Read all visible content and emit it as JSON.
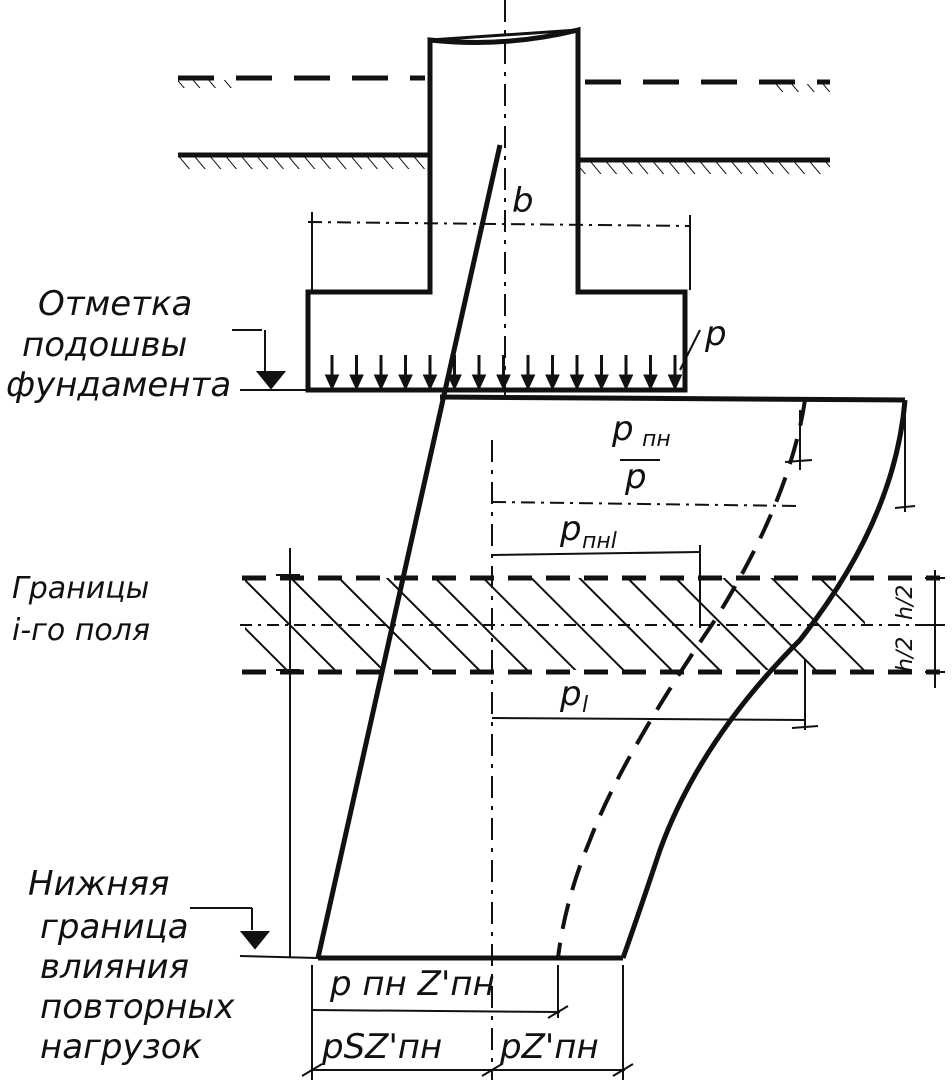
{
  "labels": {
    "b": "b",
    "p": "p",
    "otmetka_1": "Отметка",
    "otmetka_2": "подошвы",
    "otmetka_3": "фундамента",
    "p_pn": "p",
    "p_pn_sub": "пн",
    "p_bar": "p",
    "p_pnl": "p",
    "p_pnl_sub": "пнl",
    "p_l": "p",
    "p_l_sub": "l",
    "granitsy_1": "Границы",
    "granitsy_2": "i-го поля",
    "h_top": "h/2",
    "h_bot": "h/2",
    "nizh_1": "Нижняя",
    "nizh_2": "граница",
    "nizh_3": "влияния",
    "nizh_4": "повторных",
    "nizh_5": "нагрузок",
    "bottom_mid": "p пн Z'пн",
    "bottom_left": "pSZ'пн",
    "bottom_right": "pZ'пн"
  }
}
